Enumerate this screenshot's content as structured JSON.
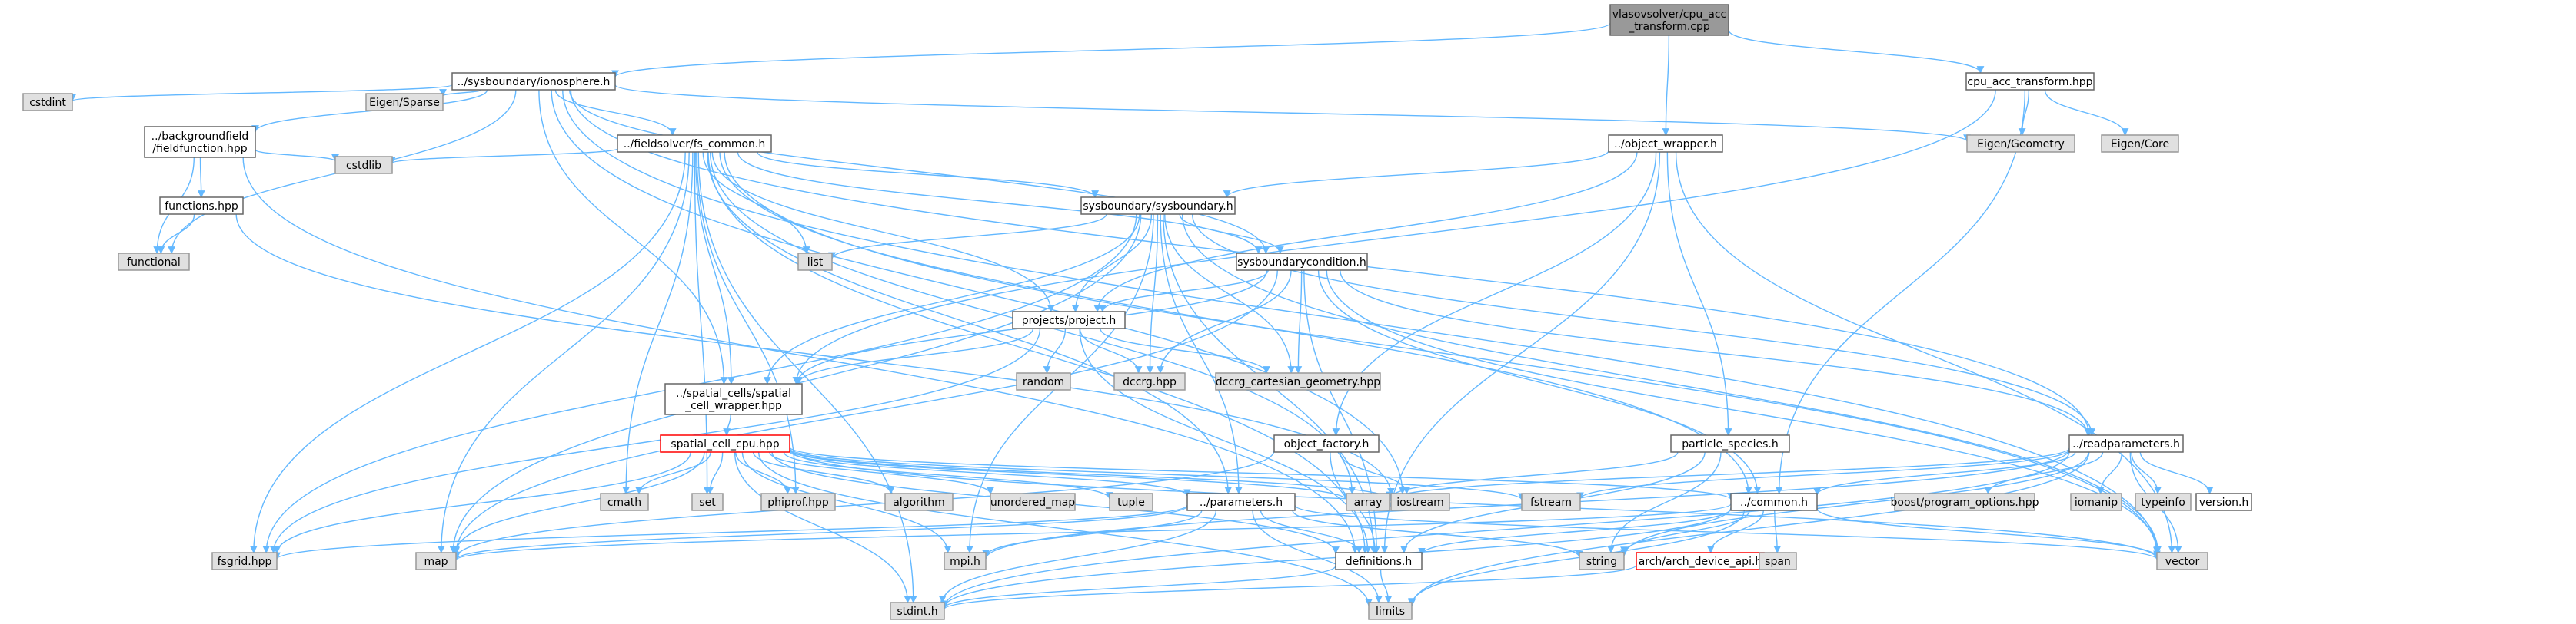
{
  "colors": {
    "edge": "#63b8ff",
    "root_fill": "#999999",
    "file_fill": "#ffffff",
    "file_stroke": "#666666",
    "system_fill": "#e0e0e0",
    "system_stroke": "#999999",
    "missing_stroke": "#ff0000"
  },
  "nodes": {
    "root": {
      "kind": "root",
      "lines": [
        "vlasovsolver/cpu_acc",
        "_transform.cpp"
      ]
    },
    "ionosphere": {
      "kind": "file",
      "lines": [
        "../sysboundary/ionosphere.h"
      ]
    },
    "cpu_acc_hpp": {
      "kind": "file",
      "lines": [
        "cpu_acc_transform.hpp"
      ]
    },
    "cstdint": {
      "kind": "system",
      "lines": [
        "cstdint"
      ]
    },
    "functional": {
      "kind": "system",
      "lines": [
        "functional"
      ]
    },
    "fieldfunction": {
      "kind": "file",
      "lines": [
        "../backgroundfield",
        "/fieldfunction.hpp"
      ]
    },
    "functions_hpp": {
      "kind": "file",
      "lines": [
        "functions.hpp"
      ]
    },
    "eigen_sparse": {
      "kind": "system",
      "lines": [
        "Eigen/Sparse"
      ]
    },
    "fs_common": {
      "kind": "file",
      "lines": [
        "../fieldsolver/fs_common.h"
      ]
    },
    "cstdlib": {
      "kind": "system",
      "lines": [
        "cstdlib"
      ]
    },
    "object_wrapper": {
      "kind": "file",
      "lines": [
        "../object_wrapper.h"
      ]
    },
    "eigen_geometry": {
      "kind": "system",
      "lines": [
        "Eigen/Geometry"
      ]
    },
    "eigen_core": {
      "kind": "system",
      "lines": [
        "Eigen/Core"
      ]
    },
    "list": {
      "kind": "system",
      "lines": [
        "list"
      ]
    },
    "sysboundary": {
      "kind": "file",
      "lines": [
        "sysboundary/sysboundary.h"
      ]
    },
    "sysboundarycondition": {
      "kind": "file",
      "lines": [
        "sysboundarycondition.h"
      ]
    },
    "project": {
      "kind": "file",
      "lines": [
        "projects/project.h"
      ]
    },
    "random": {
      "kind": "system",
      "lines": [
        "random"
      ]
    },
    "dccrg": {
      "kind": "system",
      "lines": [
        "dccrg.hpp"
      ]
    },
    "dccrg_cart": {
      "kind": "system",
      "lines": [
        "dccrg_cartesian_geometry.hpp"
      ]
    },
    "spatial_wrapper": {
      "kind": "file",
      "lines": [
        "../spatial_cells/spatial",
        "_cell_wrapper.hpp"
      ]
    },
    "spatial_cell_cpu": {
      "kind": "missing",
      "lines": [
        "spatial_cell_cpu.hpp"
      ]
    },
    "object_factory": {
      "kind": "file",
      "lines": [
        "object_factory.h"
      ]
    },
    "particle_species": {
      "kind": "file",
      "lines": [
        "particle_species.h"
      ]
    },
    "readparameters": {
      "kind": "file",
      "lines": [
        "../readparameters.h"
      ]
    },
    "cmath": {
      "kind": "system",
      "lines": [
        "cmath"
      ]
    },
    "set": {
      "kind": "system",
      "lines": [
        "set"
      ]
    },
    "phiprof": {
      "kind": "system",
      "lines": [
        "phiprof.hpp"
      ]
    },
    "algorithm": {
      "kind": "system",
      "lines": [
        "algorithm"
      ]
    },
    "unordered_map": {
      "kind": "system",
      "lines": [
        "unordered_map"
      ]
    },
    "tuple": {
      "kind": "system",
      "lines": [
        "tuple"
      ]
    },
    "parameters": {
      "kind": "file",
      "lines": [
        "../parameters.h"
      ]
    },
    "array": {
      "kind": "system",
      "lines": [
        "array"
      ]
    },
    "iostream": {
      "kind": "system",
      "lines": [
        "iostream"
      ]
    },
    "fstream": {
      "kind": "system",
      "lines": [
        "fstream"
      ]
    },
    "common": {
      "kind": "file",
      "lines": [
        "../common.h"
      ]
    },
    "boost_po": {
      "kind": "system",
      "lines": [
        "boost/program_options.hpp"
      ]
    },
    "iomanip": {
      "kind": "system",
      "lines": [
        "iomanip"
      ]
    },
    "typeinfo": {
      "kind": "system",
      "lines": [
        "typeinfo"
      ]
    },
    "version_h": {
      "kind": "file",
      "lines": [
        "version.h"
      ]
    },
    "fsgrid": {
      "kind": "system",
      "lines": [
        "fsgrid.hpp"
      ]
    },
    "map": {
      "kind": "system",
      "lines": [
        "map"
      ]
    },
    "mpi": {
      "kind": "system",
      "lines": [
        "mpi.h"
      ]
    },
    "definitions": {
      "kind": "file",
      "lines": [
        "definitions.h"
      ]
    },
    "string": {
      "kind": "system",
      "lines": [
        "string"
      ]
    },
    "arch_device": {
      "kind": "missing",
      "lines": [
        "arch/arch_device_api.h"
      ]
    },
    "span": {
      "kind": "system",
      "lines": [
        "span"
      ]
    },
    "vector": {
      "kind": "system",
      "lines": [
        "vector"
      ]
    },
    "stdint": {
      "kind": "system",
      "lines": [
        "stdint.h"
      ]
    },
    "limits": {
      "kind": "system",
      "lines": [
        "limits"
      ]
    }
  },
  "edges": [
    [
      "root",
      "ionosphere"
    ],
    [
      "root",
      "cpu_acc_hpp"
    ],
    [
      "root",
      "object_wrapper"
    ],
    [
      "ionosphere",
      "cstdint"
    ],
    [
      "ionosphere",
      "functional"
    ],
    [
      "ionosphere",
      "fieldfunction"
    ],
    [
      "ionosphere",
      "eigen_sparse"
    ],
    [
      "ionosphere",
      "fs_common"
    ],
    [
      "ionosphere",
      "eigen_geometry"
    ],
    [
      "ionosphere",
      "vector"
    ],
    [
      "ionosphere",
      "sysboundarycondition"
    ],
    [
      "ionosphere",
      "spatial_wrapper"
    ],
    [
      "ionosphere",
      "readparameters"
    ],
    [
      "ionosphere",
      "iostream"
    ],
    [
      "cpu_acc_hpp",
      "eigen_geometry"
    ],
    [
      "cpu_acc_hpp",
      "eigen_core"
    ],
    [
      "cpu_acc_hpp",
      "common"
    ],
    [
      "cpu_acc_hpp",
      "spatial_wrapper"
    ],
    [
      "fieldfunction",
      "functions_hpp"
    ],
    [
      "fieldfunction",
      "functional"
    ],
    [
      "fieldfunction",
      "cstdlib"
    ],
    [
      "fieldfunction",
      "definitions"
    ],
    [
      "functions_hpp",
      "functional"
    ],
    [
      "functions_hpp",
      "iostream"
    ],
    [
      "fs_common",
      "cstdlib"
    ],
    [
      "fs_common",
      "list"
    ],
    [
      "fs_common",
      "sysboundary"
    ],
    [
      "fs_common",
      "sysboundarycondition"
    ],
    [
      "fs_common",
      "project"
    ],
    [
      "fs_common",
      "spatial_wrapper"
    ],
    [
      "fs_common",
      "cmath"
    ],
    [
      "fs_common",
      "set"
    ],
    [
      "fs_common",
      "phiprof"
    ],
    [
      "fs_common",
      "parameters"
    ],
    [
      "fs_common",
      "fsgrid"
    ],
    [
      "fs_common",
      "map"
    ],
    [
      "fs_common",
      "stdint"
    ],
    [
      "fs_common",
      "definitions"
    ],
    [
      "fs_common",
      "common"
    ],
    [
      "fs_common",
      "vector"
    ],
    [
      "fs_common",
      "array"
    ],
    [
      "object_wrapper",
      "sysboundary"
    ],
    [
      "object_wrapper",
      "project"
    ],
    [
      "object_wrapper",
      "object_factory"
    ],
    [
      "object_wrapper",
      "particle_species"
    ],
    [
      "object_wrapper",
      "definitions"
    ],
    [
      "object_wrapper",
      "vector"
    ],
    [
      "sysboundary",
      "list"
    ],
    [
      "sysboundary",
      "sysboundarycondition"
    ],
    [
      "sysboundary",
      "project"
    ],
    [
      "sysboundary",
      "dccrg"
    ],
    [
      "sysboundary",
      "dccrg_cart"
    ],
    [
      "sysboundary",
      "spatial_wrapper"
    ],
    [
      "sysboundary",
      "parameters"
    ],
    [
      "sysboundary",
      "readparameters"
    ],
    [
      "sysboundary",
      "definitions"
    ],
    [
      "sysboundary",
      "vector"
    ],
    [
      "sysboundary",
      "fsgrid"
    ],
    [
      "sysboundary",
      "map"
    ],
    [
      "sysboundary",
      "mpi"
    ],
    [
      "sysboundarycondition",
      "project"
    ],
    [
      "sysboundarycondition",
      "dccrg"
    ],
    [
      "sysboundarycondition",
      "dccrg_cart"
    ],
    [
      "sysboundarycondition",
      "spatial_wrapper"
    ],
    [
      "sysboundarycondition",
      "definitions"
    ],
    [
      "sysboundarycondition",
      "common"
    ],
    [
      "sysboundarycondition",
      "readparameters"
    ],
    [
      "sysboundarycondition",
      "vector"
    ],
    [
      "sysboundarycondition",
      "map"
    ],
    [
      "project",
      "random"
    ],
    [
      "project",
      "dccrg"
    ],
    [
      "project",
      "dccrg_cart"
    ],
    [
      "project",
      "spatial_wrapper"
    ],
    [
      "project",
      "fsgrid"
    ],
    [
      "project",
      "definitions"
    ],
    [
      "spatial_wrapper",
      "spatial_cell_cpu"
    ],
    [
      "spatial_cell_cpu",
      "cmath"
    ],
    [
      "spatial_cell_cpu",
      "set"
    ],
    [
      "spatial_cell_cpu",
      "phiprof"
    ],
    [
      "spatial_cell_cpu",
      "algorithm"
    ],
    [
      "spatial_cell_cpu",
      "unordered_map"
    ],
    [
      "spatial_cell_cpu",
      "tuple"
    ],
    [
      "spatial_cell_cpu",
      "parameters"
    ],
    [
      "spatial_cell_cpu",
      "array"
    ],
    [
      "spatial_cell_cpu",
      "iostream"
    ],
    [
      "spatial_cell_cpu",
      "fstream"
    ],
    [
      "spatial_cell_cpu",
      "common"
    ],
    [
      "spatial_cell_cpu",
      "fsgrid"
    ],
    [
      "spatial_cell_cpu",
      "map"
    ],
    [
      "spatial_cell_cpu",
      "mpi"
    ],
    [
      "spatial_cell_cpu",
      "definitions"
    ],
    [
      "spatial_cell_cpu",
      "vector"
    ],
    [
      "spatial_cell_cpu",
      "stdint"
    ],
    [
      "spatial_cell_cpu",
      "limits"
    ],
    [
      "object_factory",
      "map"
    ],
    [
      "object_factory",
      "iostream"
    ],
    [
      "object_factory",
      "definitions"
    ],
    [
      "particle_species",
      "array"
    ],
    [
      "particle_species",
      "definitions"
    ],
    [
      "particle_species",
      "string"
    ],
    [
      "readparameters",
      "fstream"
    ],
    [
      "readparameters",
      "array"
    ],
    [
      "readparameters",
      "common"
    ],
    [
      "readparameters",
      "boost_po"
    ],
    [
      "readparameters",
      "iomanip"
    ],
    [
      "readparameters",
      "typeinfo"
    ],
    [
      "readparameters",
      "version_h"
    ],
    [
      "readparameters",
      "vector"
    ],
    [
      "readparameters",
      "mpi"
    ],
    [
      "readparameters",
      "stdint"
    ],
    [
      "readparameters",
      "limits"
    ],
    [
      "readparameters",
      "string"
    ],
    [
      "parameters",
      "fsgrid"
    ],
    [
      "parameters",
      "map"
    ],
    [
      "parameters",
      "mpi"
    ],
    [
      "parameters",
      "definitions"
    ],
    [
      "parameters",
      "string"
    ],
    [
      "parameters",
      "vector"
    ],
    [
      "parameters",
      "stdint"
    ],
    [
      "parameters",
      "limits"
    ],
    [
      "common",
      "map"
    ],
    [
      "common",
      "definitions"
    ],
    [
      "common",
      "string"
    ],
    [
      "common",
      "arch_device"
    ],
    [
      "common",
      "span"
    ],
    [
      "common",
      "vector"
    ],
    [
      "common",
      "stdint"
    ],
    [
      "common",
      "limits"
    ],
    [
      "arch_device",
      "stdint"
    ],
    [
      "definitions",
      "stdint"
    ],
    [
      "definitions",
      "limits"
    ]
  ]
}
